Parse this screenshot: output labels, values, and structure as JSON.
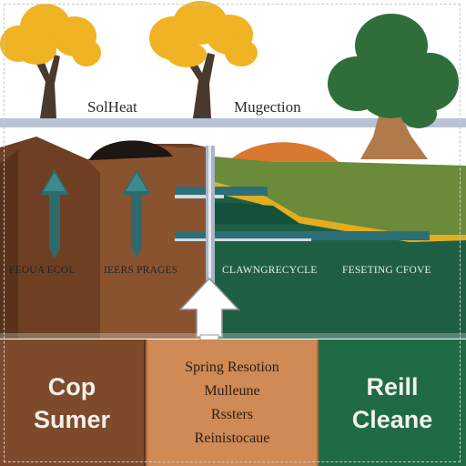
{
  "top_labels": {
    "left": "SolHeat",
    "right": "Mugection"
  },
  "middle_labels": {
    "left": "FEOUA ECOL",
    "center_left": "IEERS PRAGES",
    "center_right": "CLAWNGRECYCLE",
    "right": "FESETING CFOVE"
  },
  "bottom_boxes": {
    "left": {
      "lines": [
        "Cop",
        "Sumer"
      ]
    },
    "middle": {
      "lines": [
        "Spring Resotion",
        "Mulleune",
        "Rssters",
        "Reinistocaue"
      ]
    },
    "right": {
      "lines": [
        "Reill",
        "Cleane"
      ]
    }
  },
  "colors": {
    "soil_dark": "#6e3f22",
    "soil_mid": "#8a5330",
    "grass": "#6b8a3a",
    "dark_green": "#1e5f43",
    "teal_arrow": "#2e6b6e",
    "orange_hill": "#d9782f",
    "yellow_tree": "#f0b323",
    "green_tree": "#2f6e3a",
    "trunk": "#4a3a2e"
  }
}
